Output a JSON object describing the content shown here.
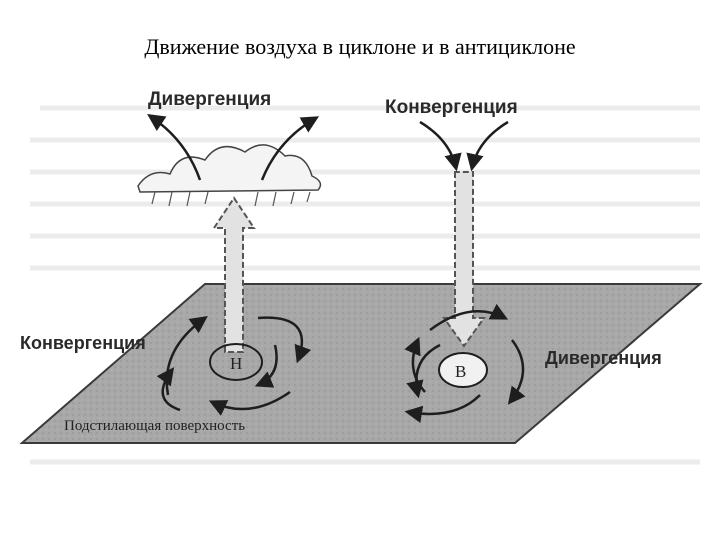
{
  "title": "Движение воздуха в циклоне и в антициклоне",
  "diagram": {
    "cyclone": {
      "top_label": "Дивергенция",
      "side_label": "Конвергенция",
      "center_letter": "Н"
    },
    "anticyclone": {
      "top_label": "Конвергенция",
      "side_label": "Дивергенция",
      "center_letter": "В"
    },
    "surface_label": "Подстилающая поверхность"
  },
  "colors": {
    "plane": "#a8a8a8",
    "plane_border": "#3a3a3a",
    "column": "#e2e2e2",
    "arrow": "#1e1e1e"
  }
}
